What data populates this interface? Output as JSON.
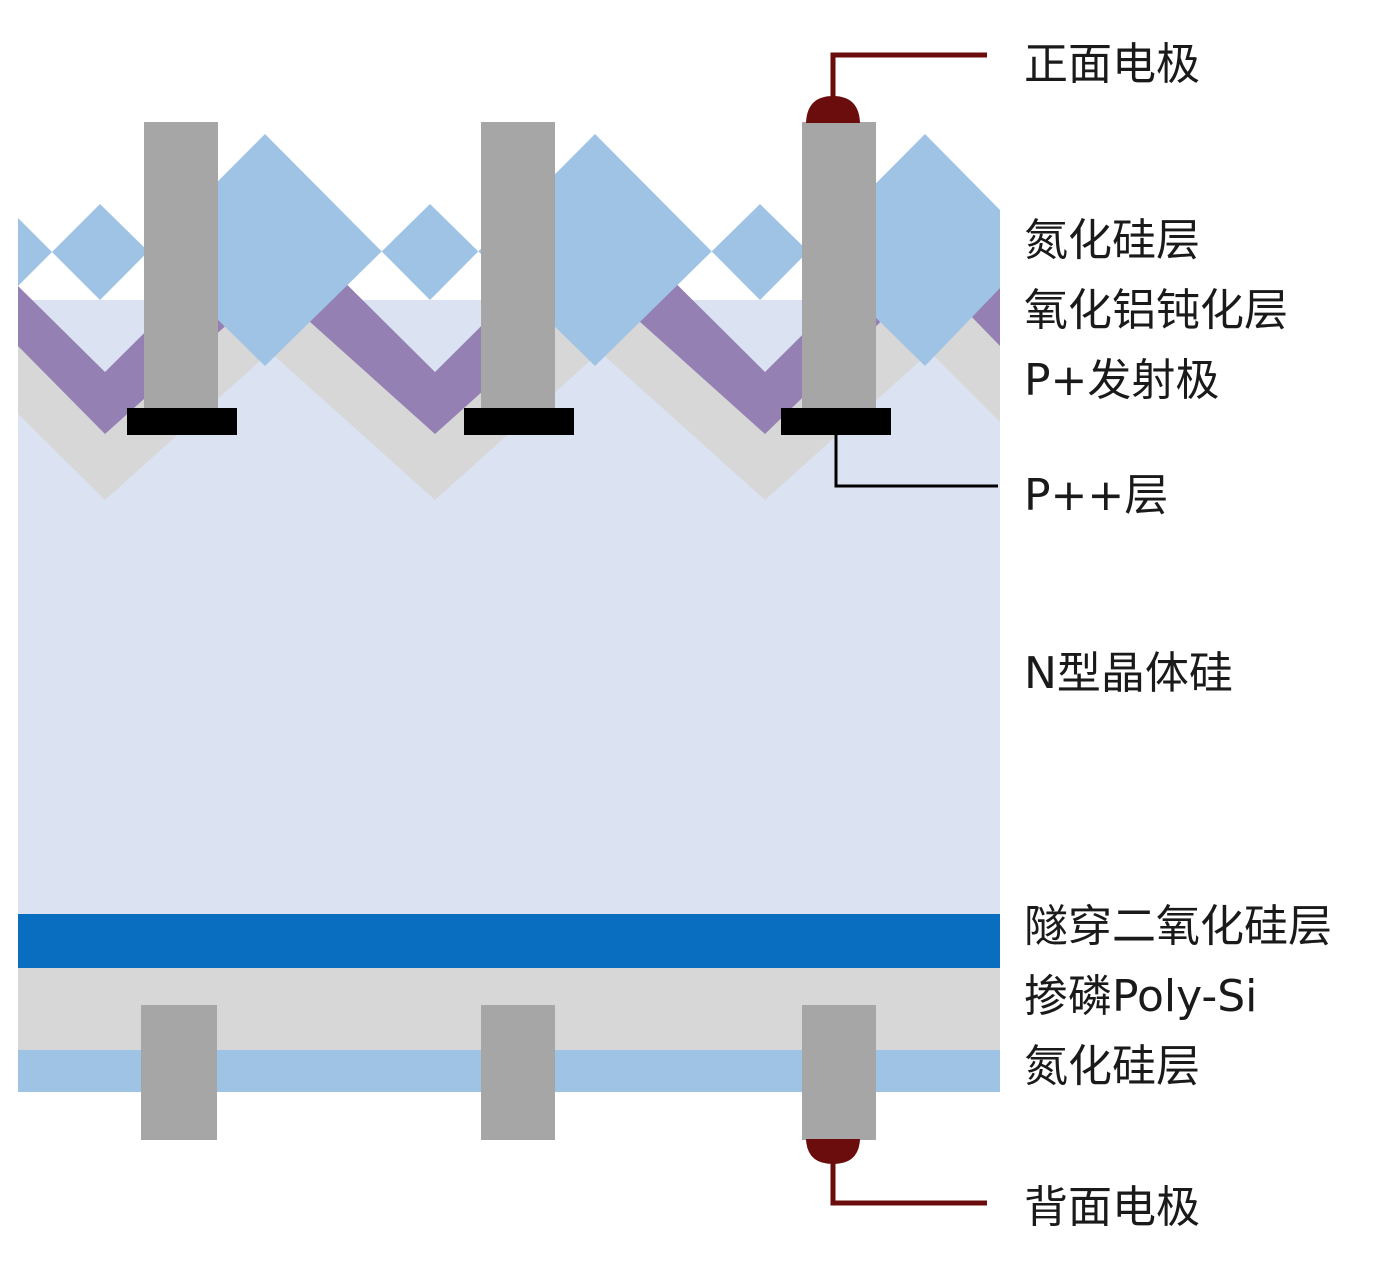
{
  "colors": {
    "silicon_nitride": "#9fc3e4",
    "alumina_passivation": "#9480b3",
    "p_emitter": "#d7d7d7",
    "n_silicon": "#dbe3f2",
    "tunnel_oxide": "#0a6ec0",
    "poly_si": "#d7d7d7",
    "electrode": "#a6a6a6",
    "p_plus_plus": "#000000",
    "contact_wire": "#6b0d0d",
    "leader_line": "#000000"
  },
  "labels": {
    "front_electrode": "正面电极",
    "front_sinx": "氮化硅层",
    "alox_passivation": "氧化铝钝化层",
    "p_emitter": "P+发射极",
    "p_plus_plus": "P++层",
    "n_type_silicon": "N型晶体硅",
    "tunnel_oxide": "隧穿二氧化硅层",
    "doped_poly_si": "掺磷Poly-Si",
    "rear_sinx": "氮化硅层",
    "rear_electrode": "背面电极"
  }
}
